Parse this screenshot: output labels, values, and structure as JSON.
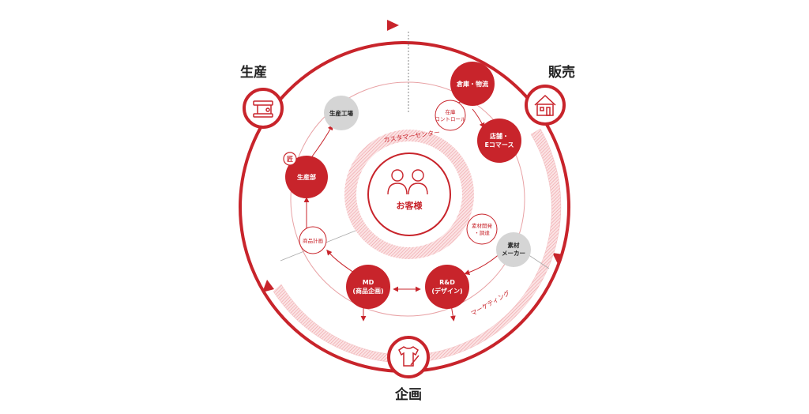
{
  "stages": {
    "production": "生産",
    "sales": "販売",
    "planning": "企画"
  },
  "center": {
    "label": "お客様",
    "ring_label": "カスタマーセンター"
  },
  "marketing_label": "マーケティング",
  "nodes": {
    "warehouse": [
      "倉庫・物流"
    ],
    "stores": [
      "店舗・",
      "Eコマース"
    ],
    "material_maker": [
      "素材",
      "メーカー"
    ],
    "rnd": [
      "R&D",
      "(デザイン)"
    ],
    "md": [
      "MD",
      "(商品企画)"
    ],
    "production_dept": [
      "生産部"
    ],
    "factory": [
      "生産工場"
    ]
  },
  "small_nodes": {
    "inventory": [
      "在庫",
      "コントロール"
    ],
    "material_dev": [
      "素材開発",
      "・調達"
    ],
    "product_plan": [
      "商品計画"
    ]
  },
  "craft_badge": "匠",
  "colors": {
    "red": "#c8242b",
    "gray": "#d5d5d5",
    "light_red": "#f2bcbe"
  }
}
